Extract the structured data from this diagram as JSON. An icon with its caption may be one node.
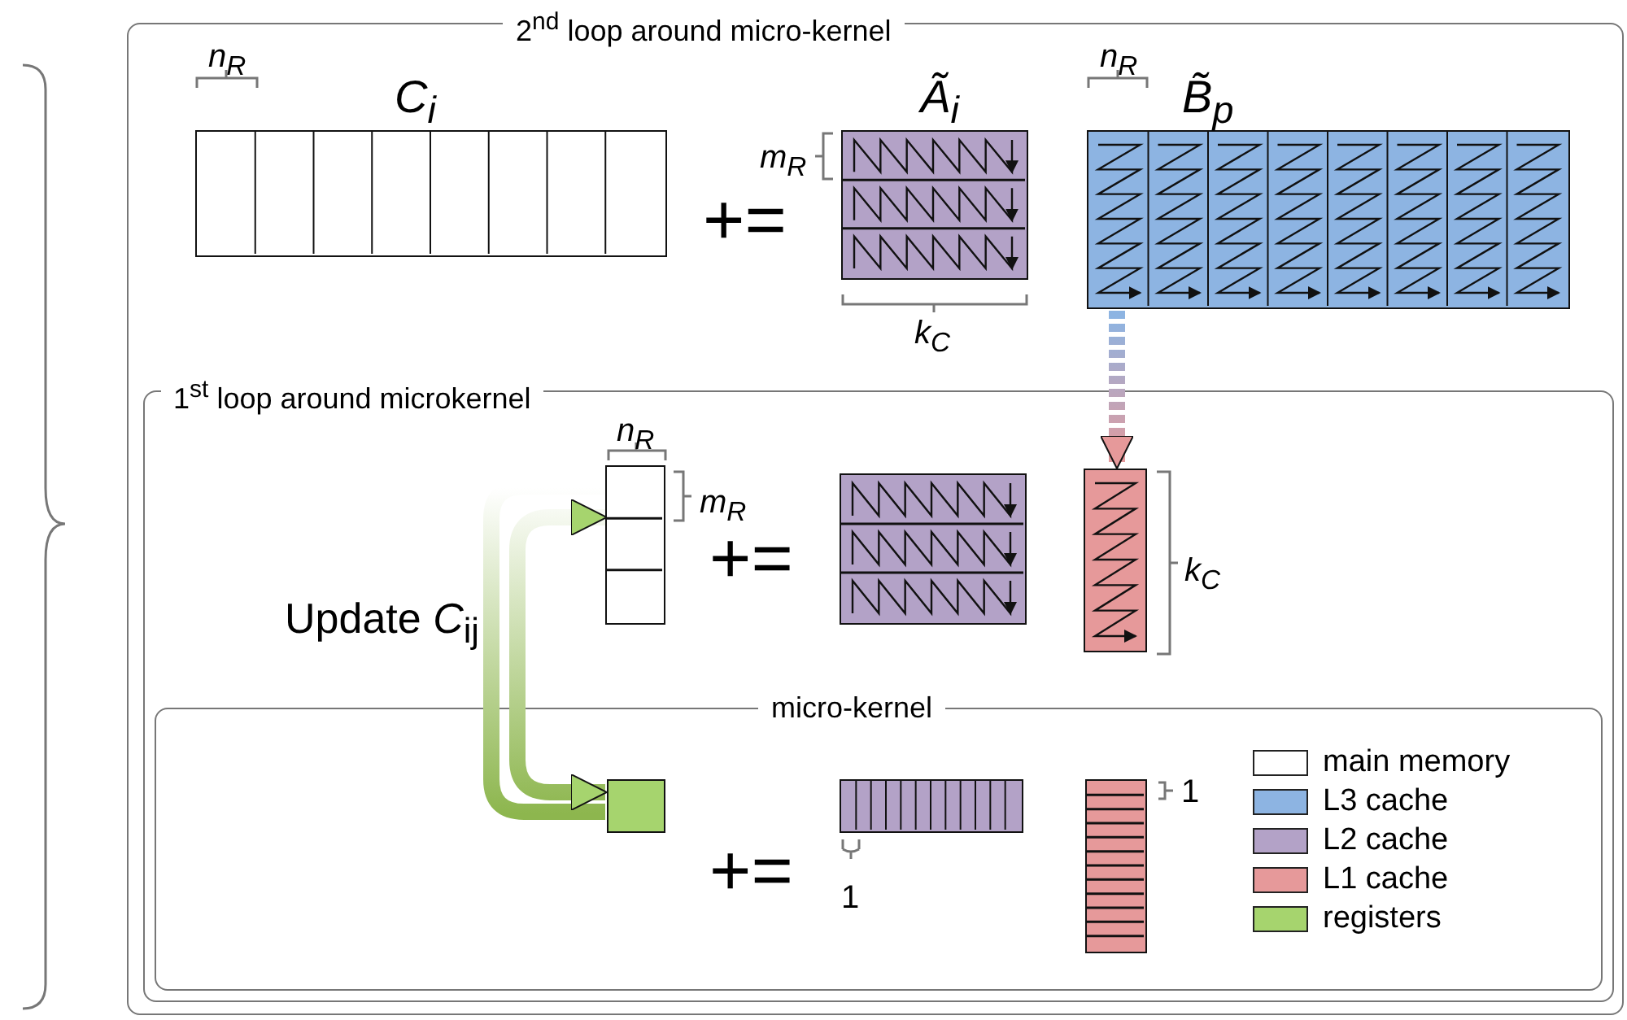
{
  "diagram": {
    "nodes": [
      {
        "text": [
          "2$^{nd}$ loop around micro-kernel"
        ]
      },
      {
        "text": [
          "C$_{i}$"
        ],
        "in": 0
      },
      {
        "text": [
          "Ã$_{i}$"
        ],
        "in": 0
      },
      {
        "text": [
          "B̃$_{p}$"
        ],
        "in": 0
      },
      {
        "text": [
          "1$^{st}$ loop around microkernel"
        ],
        "in": 0
      },
      {
        "text": [],
        "shape": "box",
        "in": 4
      },
      {
        "text": [],
        "shape": "box",
        "in": 4
      },
      {
        "text": [],
        "shape": "box",
        "in": 4
      },
      {
        "text": [
          "micro-kernel"
        ],
        "in": 4
      },
      {
        "text": [],
        "shape": "box",
        "in": 8
      },
      {
        "text": [],
        "shape": "box",
        "in": 8
      },
      {
        "text": [],
        "shape": "box",
        "in": 8
      }
    ],
    "edges": [
      {
        "from": 3,
        "to": 7,
        "arrow": "to",
        "style": "dashed"
      },
      {
        "from": 5,
        "to": 9,
        "arrow": "none",
        "style": "thick"
      },
      {
        "from": 5,
        "to": 9,
        "arrow": "both",
        "style": "thick"
      }
    ],
    "labels": [
      "n$_{R}$",
      "n$_{R}$",
      "m$_{R}$",
      "+=",
      "k$_{C}$",
      "n$_{R}$",
      "m$_{R}$",
      "+=",
      "k$_{C}$",
      "Update *C*$_{ij}$",
      "1",
      "+=",
      "1"
    ],
    "legend": [
      {
        "text": "main memory",
        "color": "#ffffff"
      },
      {
        "text": "L3 cache",
        "color": "#8db4e2"
      },
      {
        "text": "L2 cache",
        "color": "#b3a2c7"
      },
      {
        "text": "L1 cache",
        "color": "#e6999a"
      },
      {
        "text": "registers",
        "color": "#a6d46e"
      }
    ]
  }
}
